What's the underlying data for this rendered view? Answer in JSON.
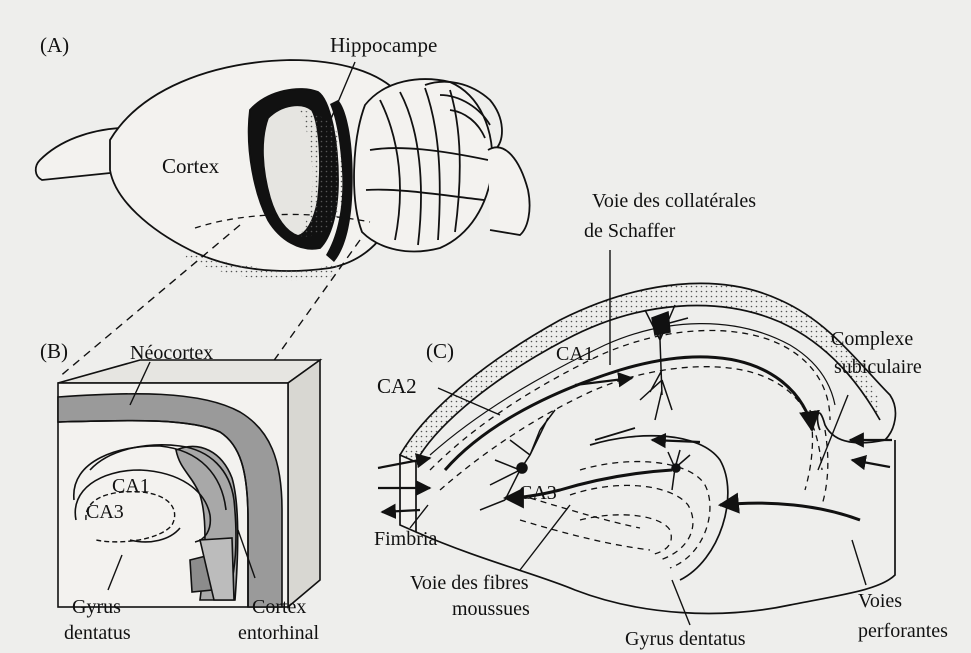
{
  "panels": {
    "a": "(A)",
    "b": "(B)",
    "c": "(C)"
  },
  "labels": {
    "hippocampe": "Hippocampe",
    "cortex": "Cortex",
    "neocortex": "Néocortex",
    "ca1_b": "CA1",
    "ca3_b": "CA3",
    "gyrus_b_1": "Gyrus",
    "gyrus_b_2": "dentatus",
    "cortex_ento_1": "Cortex",
    "cortex_ento_2": "entorhinal",
    "schaffer_1": "Voie des collatérales",
    "schaffer_2": "de Schaffer",
    "ca1_c": "CA1",
    "ca2_c": "CA2",
    "ca3_c": "CA3",
    "complexe_1": "Complexe",
    "complexe_2": "subiculaire",
    "fimbria": "Fimbria",
    "mousses_1": "Voie des fibres",
    "mousses_2": "moussues",
    "gyrus_c": "Gyrus dentatus",
    "perforantes_1": "Voies",
    "perforantes_2": "perforantes"
  },
  "colors": {
    "ink": "#111111",
    "paper": "#f3f2ef",
    "shade": "#8c8c8c",
    "light_shade": "#c4c4c4"
  }
}
